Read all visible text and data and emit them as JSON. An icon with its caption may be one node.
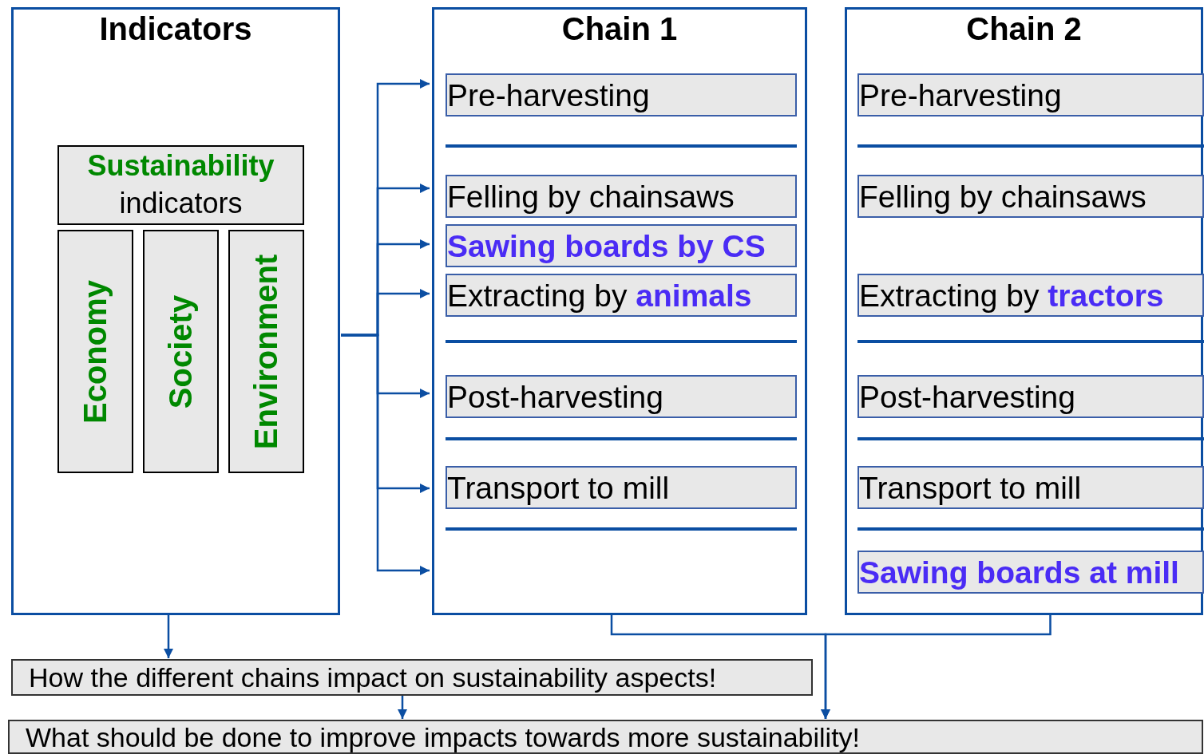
{
  "diagram": {
    "nodes": [
      {
        "text": [
          "Indicators"
        ]
      },
      {
        "text": [
          "**Sustainability** indicators"
        ],
        "in": 0
      },
      {
        "text": [
          "Economy"
        ],
        "in": 0
      },
      {
        "text": [
          "Society"
        ],
        "in": 0
      },
      {
        "text": [
          "Environment"
        ],
        "in": 0
      },
      {
        "text": [
          "Chain 1"
        ]
      },
      {
        "text": [
          "Pre-harvesting"
        ],
        "in": 5
      },
      {
        "text": [
          "Felling by chainsaws"
        ],
        "in": 5
      },
      {
        "text": [
          "Sawing boards by CS"
        ],
        "in": 5
      },
      {
        "text": [
          "Extracting by **animals**"
        ],
        "in": 5
      },
      {
        "text": [
          "Post-harvesting"
        ],
        "in": 5
      },
      {
        "text": [
          "Transport to mill"
        ],
        "in": 5
      },
      {
        "text": [
          "Chain 2"
        ]
      },
      {
        "text": [
          "Pre-harvesting"
        ],
        "in": 12
      },
      {
        "text": [
          "Felling by chainsaws"
        ],
        "in": 12
      },
      {
        "text": [
          "Extracting by **tractors**"
        ],
        "in": 12
      },
      {
        "text": [
          "Post-harvesting"
        ],
        "in": 12
      },
      {
        "text": [
          "Transport to mill"
        ],
        "in": 12
      },
      {
        "text": [
          "Sawing boards at mill"
        ],
        "in": 12
      },
      {
        "text": [
          "How the different chains impact on sustainability aspects!"
        ]
      },
      {
        "text": [
          "What should be done to improve impacts towards more sustainability!"
        ]
      }
    ],
    "edges": [
      {
        "from": 0,
        "to": 5,
        "arrow": "to"
      },
      {
        "from": 0,
        "to": 5,
        "arrow": "to"
      },
      {
        "from": 0,
        "to": 5,
        "arrow": "to"
      },
      {
        "from": 0,
        "to": 5,
        "arrow": "to"
      },
      {
        "from": 0,
        "to": 5,
        "arrow": "to"
      },
      {
        "from": 0,
        "to": 5,
        "arrow": "to"
      },
      {
        "from": 0,
        "to": 5,
        "arrow": "to"
      },
      {
        "from": 0,
        "to": 19,
        "arrow": "to"
      },
      {
        "from": 5,
        "to": 20,
        "arrow": "to"
      },
      {
        "from": 12,
        "to": 20,
        "arrow": "to"
      },
      {
        "from": 19,
        "to": 20,
        "arrow": "to"
      }
    ]
  }
}
